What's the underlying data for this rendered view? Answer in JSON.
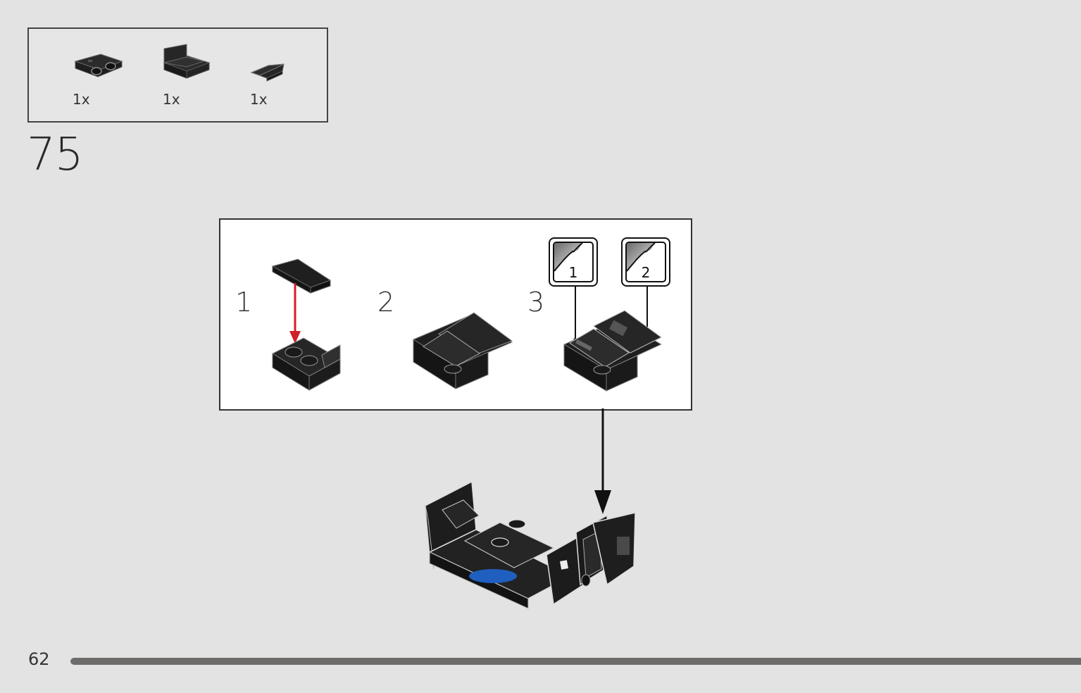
{
  "parts_list": {
    "items": [
      {
        "name": "bracket-plate-icon",
        "qty": "1x"
      },
      {
        "name": "panel-corner-icon",
        "qty": "1x"
      },
      {
        "name": "wedge-tile-icon",
        "qty": "1x"
      }
    ]
  },
  "step": {
    "number": "75"
  },
  "sub_assembly": {
    "steps": [
      {
        "label": "1"
      },
      {
        "label": "2"
      },
      {
        "label": "3"
      }
    ],
    "stickers": [
      {
        "number": "1"
      },
      {
        "number": "2"
      }
    ]
  },
  "colors": {
    "brick": "#1e1e1e",
    "arrow_red": "#d0202a",
    "accent_blue": "#1f5fbf",
    "background": "#e3e3e3"
  },
  "footer": {
    "page_number": "62",
    "progress_percent": 100
  }
}
